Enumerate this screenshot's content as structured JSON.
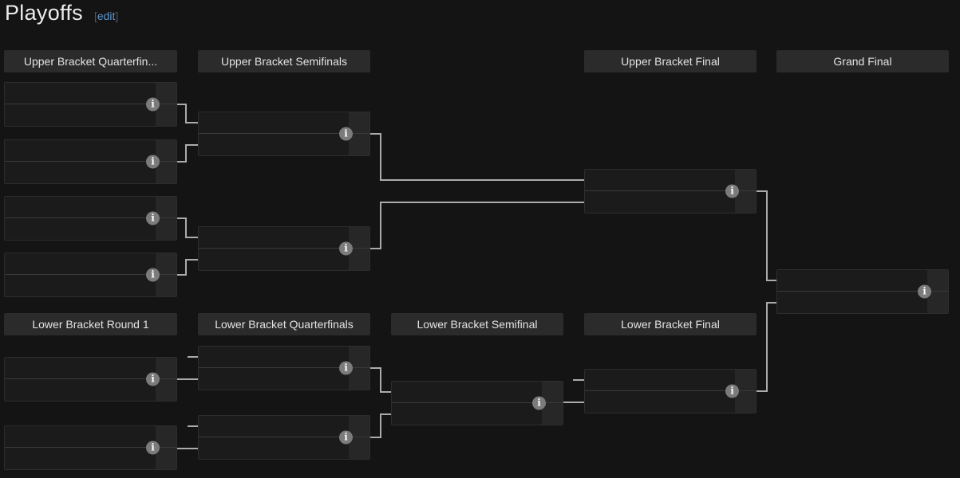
{
  "page": {
    "title": "Playoffs",
    "edit": {
      "open": "[",
      "label": "edit",
      "close": "]"
    }
  },
  "rounds": {
    "upper": [
      {
        "label": "Upper Bracket Quarterfin..."
      },
      {
        "label": "Upper Bracket Semifinals"
      },
      {
        "label": "Upper Bracket Final"
      },
      {
        "label": "Grand Final"
      }
    ],
    "lower": [
      {
        "label": "Lower Bracket Round 1"
      },
      {
        "label": "Lower Bracket Quarterfinals"
      },
      {
        "label": "Lower Bracket Semifinal"
      },
      {
        "label": "Lower Bracket Final"
      }
    ]
  },
  "matches": [
    {
      "id": "ub-quarterfinal-1",
      "team_top": "",
      "team_bottom": "",
      "score_top": "",
      "score_bottom": ""
    },
    {
      "id": "ub-quarterfinal-2",
      "team_top": "",
      "team_bottom": "",
      "score_top": "",
      "score_bottom": ""
    },
    {
      "id": "ub-quarterfinal-3",
      "team_top": "",
      "team_bottom": "",
      "score_top": "",
      "score_bottom": ""
    },
    {
      "id": "ub-quarterfinal-4",
      "team_top": "",
      "team_bottom": "",
      "score_top": "",
      "score_bottom": ""
    },
    {
      "id": "ub-semifinal-1",
      "team_top": "",
      "team_bottom": "",
      "score_top": "",
      "score_bottom": ""
    },
    {
      "id": "ub-semifinal-2",
      "team_top": "",
      "team_bottom": "",
      "score_top": "",
      "score_bottom": ""
    },
    {
      "id": "ub-final",
      "team_top": "",
      "team_bottom": "",
      "score_top": "",
      "score_bottom": ""
    },
    {
      "id": "grand-final",
      "team_top": "",
      "team_bottom": "",
      "score_top": "",
      "score_bottom": ""
    },
    {
      "id": "lb-round1-1",
      "team_top": "",
      "team_bottom": "",
      "score_top": "",
      "score_bottom": ""
    },
    {
      "id": "lb-round1-2",
      "team_top": "",
      "team_bottom": "",
      "score_top": "",
      "score_bottom": ""
    },
    {
      "id": "lb-quarterfinal-1",
      "team_top": "",
      "team_bottom": "",
      "score_top": "",
      "score_bottom": ""
    },
    {
      "id": "lb-quarterfinal-2",
      "team_top": "",
      "team_bottom": "",
      "score_top": "",
      "score_bottom": ""
    },
    {
      "id": "lb-semifinal",
      "team_top": "",
      "team_bottom": "",
      "score_top": "",
      "score_bottom": ""
    },
    {
      "id": "lb-final",
      "team_top": "",
      "team_bottom": "",
      "score_top": "",
      "score_bottom": ""
    }
  ],
  "icons": {
    "info_glyph": "i"
  },
  "colors": {
    "background": "#141414",
    "header_panel": "#2b2b2b",
    "match_row": "#1b1b1b",
    "score_column": "#272727",
    "connector": "#ababab",
    "info_icon": "#7b7b7b",
    "edit_link": "#5f97cc"
  }
}
